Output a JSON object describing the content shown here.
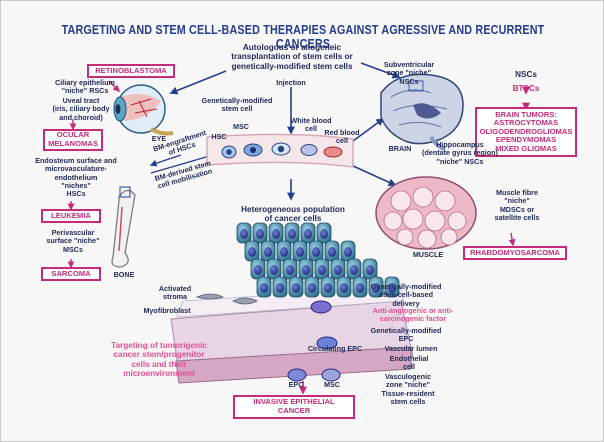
{
  "title": "TARGETING AND STEM CELL-BASED THERAPIES AGAINST AGRESSIVE AND RECURRENT CANCERS",
  "center": {
    "transplant": "Autologous or allogeneic\ntransplantation of stem cells or\ngenetically-modified stem cells",
    "injection": "Injection",
    "gm_stem_cell": "Genetically-modified\nstem cell",
    "msc": "MSC",
    "hsc": "HSC",
    "white_blood_cell": "White blood\ncell",
    "red_blood_cell": "Red blood\ncell",
    "bm_engraftment": "BM-engraftment\nof HSCs",
    "bm_mobilisation": "BM-derived stem\ncell mobilisation",
    "heterogeneous": "Heterogeneous population\nof cancer cells"
  },
  "eye": {
    "retinoblastoma": "RETINOBLASTOMA",
    "ciliary": "Ciliary epithelium\n\"niche\" RSCs",
    "uveal": "Uveal tract\n(iris, ciliary body\nand choroid)",
    "label": "EYE",
    "ocular": "OCULAR\nMELANOMAS"
  },
  "bone": {
    "endosteum": "Endosteum surface and\nmicrovasculature-\nendothelium\n\"niches\"\nHSCs",
    "leukemia": "LEUKEMIA",
    "perivascular": "Perivascular\nsurface \"niche\"\nMSCs",
    "sarcoma": "SARCOMA",
    "label": "BONE"
  },
  "brain": {
    "subventricular": "Subventricular\nzone \"niche\"\nNSCs",
    "nscs": "NSCs",
    "btscs": "BTSCs",
    "tumors": "BRAIN TUMORS:\nASTROCYTOMAS\nOLIGODENDROGLIOMAS\nEPENDYMOMAS\nMIXED GLIOMAS",
    "label": "BRAIN",
    "hippocampus": "Hippocampus\n(dentate gyrus region)\n\"niche\" NSCs"
  },
  "muscle": {
    "fibre": "Muscle fibre\n\"niche\"\nMDSCs or\nsatellite cells",
    "label": "MUSCLE",
    "rhabdo": "RHABDOMYOSARCOMA"
  },
  "tumor": {
    "activated_stroma": "Activated\nstroma",
    "myofibroblast": "Myofibroblast",
    "targeting": "Targeting of tumorigenic\ncancer stem/progenitor\ncells and their\nmicroenvironment",
    "gm_delivery": "Genetically-modified\nstem cell-based\ndelivery",
    "anti_angiogenic": "Anti-angiogenic or anti-\ncarcinogenic factor",
    "gm_epc": "Genetically-modified\nEPC",
    "circulating_epc": "Circulating EPC",
    "vascular_lumen": "Vascular lumen",
    "endothelial": "Endothelial\ncell",
    "epc": "EPC",
    "msc": "MSC",
    "vasculogenic": "Vasculogenic\nzone \"niche\"\nTissue-resident\nstem cells",
    "invasive": "INVASIVE EPITHELIAL\nCANCER"
  },
  "colors": {
    "title": "#233c8c",
    "box_border": "#c42b7a",
    "text": "#1d2a55",
    "accent_pink": "#e24f8f"
  }
}
